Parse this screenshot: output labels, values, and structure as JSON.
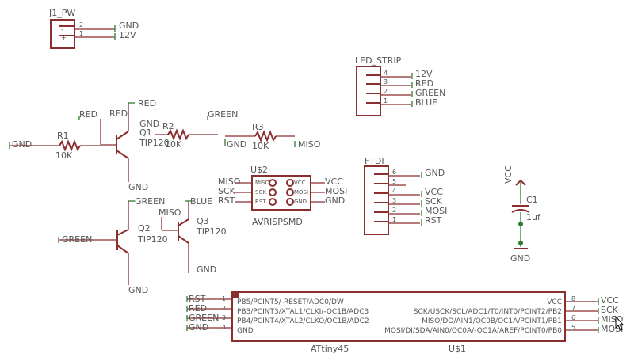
{
  "connectors": {
    "j1": {
      "name": "J1_PW",
      "pins": [
        "2",
        "1"
      ],
      "nets": [
        "GND",
        "12V"
      ],
      "polarity": [
        "-",
        "+"
      ]
    },
    "led": {
      "name": "LED_STRIP",
      "pins": [
        "4",
        "3",
        "2",
        "1"
      ],
      "nets": [
        "12V",
        "RED",
        "GREEN",
        "BLUE"
      ]
    },
    "ftdi": {
      "name": "FTDI",
      "pins": [
        "6",
        "5",
        "4",
        "3",
        "2",
        "1"
      ],
      "nets": [
        "GND",
        "VCC",
        "SCK",
        "MOSI",
        "RST"
      ]
    }
  },
  "resistors": {
    "r1": {
      "name": "R1",
      "value": "10K",
      "left_net": "GND",
      "right_net": "RED"
    },
    "r2": {
      "name": "R2",
      "value": "10K",
      "left_net": "GND",
      "right_net": "GREEN"
    },
    "r3": {
      "name": "R3",
      "value": "10K",
      "left_net": "GND",
      "right_net": "MISO"
    }
  },
  "transistors": {
    "q1": {
      "name": "Q1",
      "value": "TIP120",
      "base_net": "RED",
      "collector_net": "RED",
      "emitter_net": "GND"
    },
    "q2": {
      "name": "Q2",
      "value": "TIP120",
      "base_net": "GREEN",
      "collector_net": "GREEN",
      "emitter_net": "GND"
    },
    "q3": {
      "name": "Q3",
      "value": "TIP120",
      "base_net": "MISO",
      "collector_net": "BLUE",
      "emitter_net": "GND"
    }
  },
  "isp": {
    "name": "U$2",
    "value": "AVRISPSMD",
    "pin_labels": [
      "MISO",
      "SCK",
      "RST",
      "VCC",
      "MOSI",
      "GND"
    ],
    "left_nets": [
      "MISO",
      "SCK",
      "RST"
    ],
    "right_nets": [
      "VCC",
      "MOSI",
      "GND"
    ]
  },
  "capacitor": {
    "name": "C1",
    "value": "1uf",
    "top_net": "VCC",
    "bottom_net": "GND"
  },
  "mcu": {
    "name": "U$1",
    "value": "ATtiny45",
    "left_pins": [
      {
        "num": "1",
        "label": "PB5/PCINT5/-RESET/ADC0/DW",
        "net": "RST"
      },
      {
        "num": "2",
        "label": "PB3/PCINT3/XTAL1/CLKI/-OC1B/ADC3",
        "net": "RED"
      },
      {
        "num": "3",
        "label": "PB4/PCINT4/XTAL2/CLKO/OC1B/ADC2",
        "net": "GREEN"
      },
      {
        "num": "4",
        "label": "GND",
        "net": "GND"
      }
    ],
    "right_pins": [
      {
        "num": "8",
        "label": "VCC",
        "net": "VCC"
      },
      {
        "num": "7",
        "label": "SCK/USCK/SCL/ADC1/T0/INT0/PCINT2/PB2",
        "net": "SCK"
      },
      {
        "num": "6",
        "label": "MISO/DO/AIN1/OC0B/OC1A/PCINT1/PB1",
        "net": "MISO"
      },
      {
        "num": "5",
        "label": "MOSI/DI/SDA/AIN0/OC0A/-OC1A/AREF/PCINT0/PB0",
        "net": "MOSI"
      }
    ]
  },
  "colors": {
    "part": "#8b2e2e",
    "wire": "#8b2e2e",
    "net": "#2e7d2e",
    "label": "#555555",
    "background": "#ffffff"
  }
}
